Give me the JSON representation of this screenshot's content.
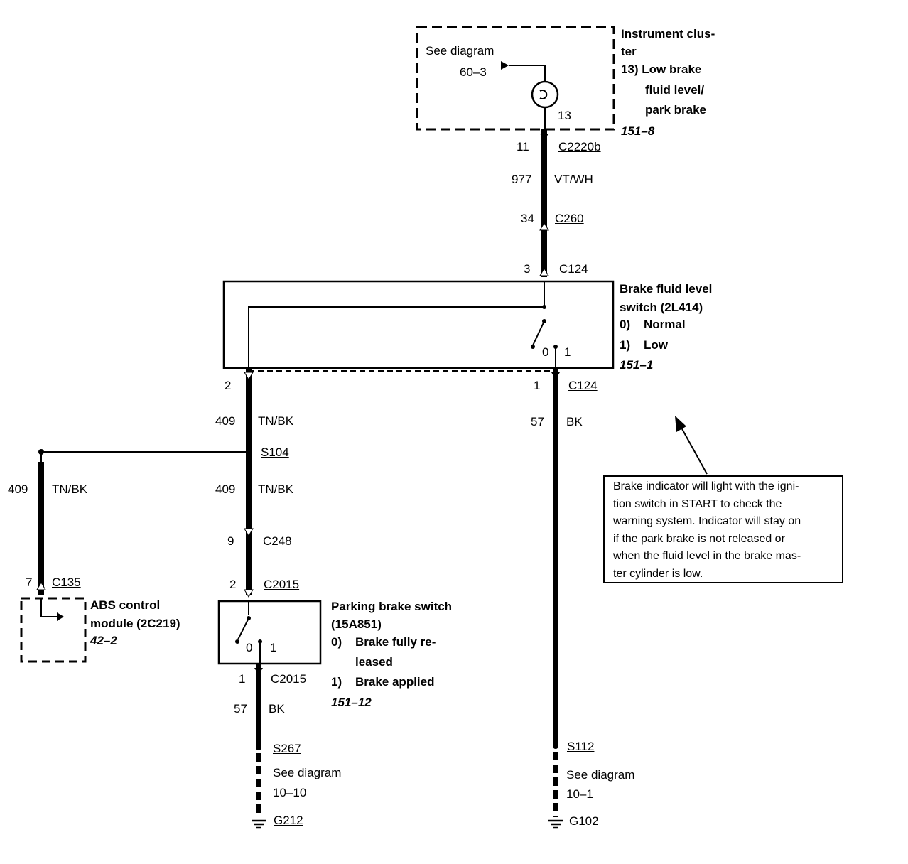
{
  "cluster": {
    "see_diagram": "See diagram",
    "diagram_ref": "60–3",
    "pin": "13",
    "title_1": "Instrument clus-",
    "title_2": "ter",
    "item_1": "13)  Low brake",
    "item_2": "fluid level/",
    "item_3": "park brake",
    "ref": "151–8"
  },
  "main_wire": {
    "pin_top": "11",
    "connector_top": "C2220b",
    "circuit": "977",
    "color": "VT/WH",
    "pin_mid": "34",
    "connector_mid": "C260",
    "pin_bottom": "3",
    "connector_bottom": "C124"
  },
  "fluid_switch": {
    "title_1": "Brake fluid level",
    "title_2": "switch (2L414)",
    "state_0": "0)",
    "state_0_label": "Normal",
    "state_1": "1)",
    "state_1_label": "Low",
    "ref": "151–1",
    "pos_0": "0",
    "pos_1": "1"
  },
  "c124_bottom": {
    "left_pin": "2",
    "right_pin": "1",
    "connector": "C124"
  },
  "left_wire": {
    "circuit": "409",
    "color": "TN/BK",
    "splice": "S104",
    "c248_pin": "9",
    "c248": "C248",
    "c2015_pin": "2",
    "c2015": "C2015"
  },
  "abs": {
    "circuit": "409",
    "color": "TN/BK",
    "pin": "7",
    "connector": "C135",
    "title_1": "ABS control",
    "title_2": "module (2C219)",
    "ref": "42–2"
  },
  "parking": {
    "title_1": "Parking brake switch",
    "title_2": "(15A851)",
    "state_0": "0)",
    "state_0_label_1": "Brake fully re-",
    "state_0_label_2": "leased",
    "state_1": "1)",
    "state_1_label": "Brake applied",
    "ref": "151–12",
    "pos_0": "0",
    "pos_1": "1"
  },
  "parking_ground": {
    "pin": "1",
    "connector": "C2015",
    "circuit": "57",
    "color": "BK",
    "splice": "S267",
    "see_diagram": "See diagram",
    "diagram_ref": "10–10",
    "ground": "G212"
  },
  "fluid_ground": {
    "circuit": "57",
    "color": "BK",
    "splice": "S112",
    "see_diagram": "See diagram",
    "diagram_ref": "10–1",
    "ground": "G102"
  },
  "note": {
    "text": "Brake indicator will light with the igni-\ntion switch in START to check the\nwarning system. Indicator will stay on\nif the park brake is not released or\nwhen the fluid level in the brake mas-\nter cylinder is low."
  }
}
